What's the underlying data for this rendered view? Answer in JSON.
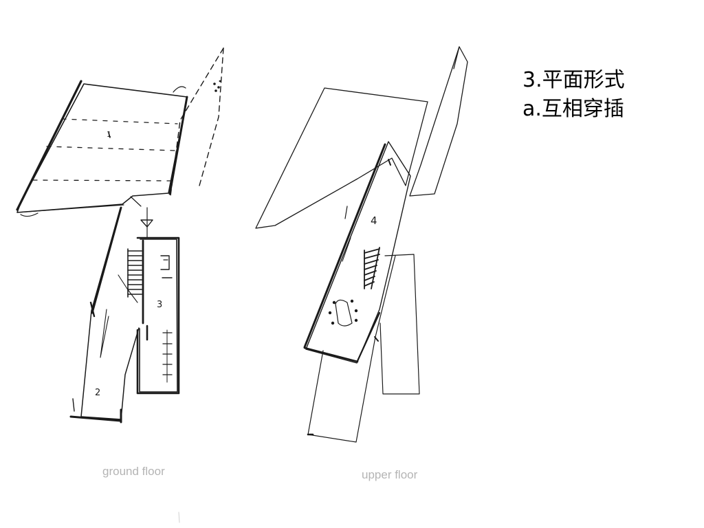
{
  "title": {
    "line1": "3.平面形式",
    "line2": "a.互相穿插"
  },
  "captions": {
    "ground": "ground floor",
    "upper": "upper floor"
  },
  "sketch_labels": {
    "ground_room1": "1",
    "ground_room2": "2",
    "ground_room3": "3",
    "upper_room4": "4"
  },
  "colors": {
    "ink": "#1a1a1a",
    "caption": "#b4b4b4"
  }
}
